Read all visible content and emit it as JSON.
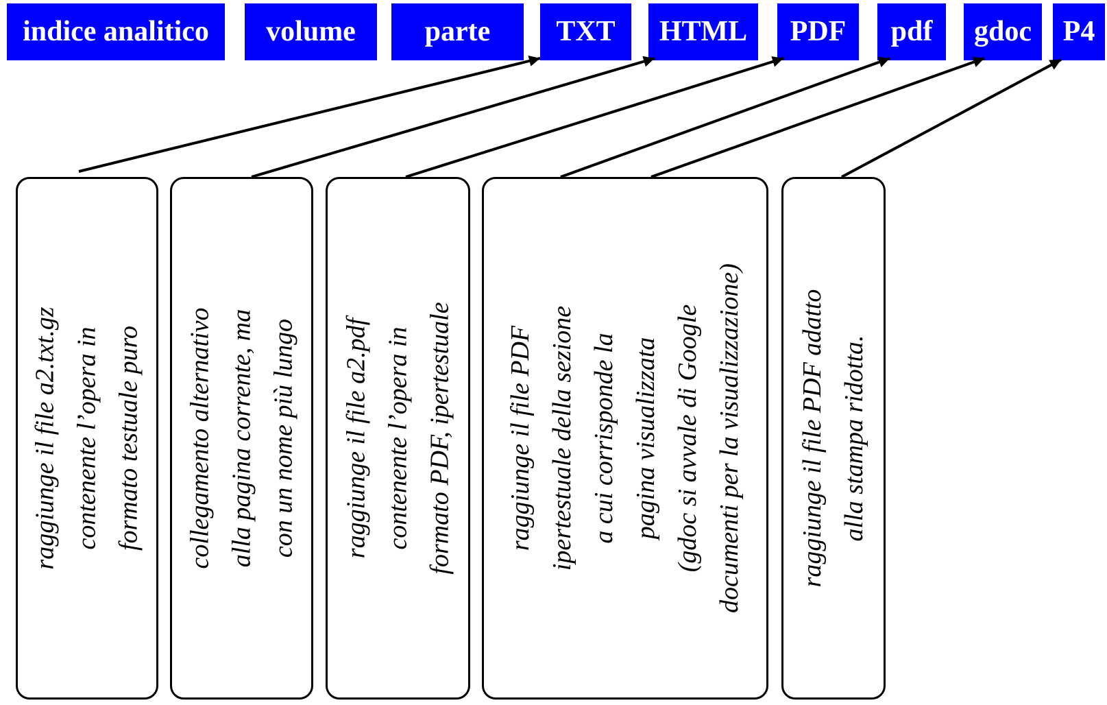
{
  "nav": [
    {
      "id": "indice",
      "label": "indice analitico"
    },
    {
      "id": "volume",
      "label": "volume"
    },
    {
      "id": "parte",
      "label": "parte"
    },
    {
      "id": "txt",
      "label": "TXT"
    },
    {
      "id": "html",
      "label": "HTML"
    },
    {
      "id": "pdf-upper",
      "label": "PDF"
    },
    {
      "id": "pdf-lower",
      "label": "pdf"
    },
    {
      "id": "gdoc",
      "label": "gdoc"
    },
    {
      "id": "p4",
      "label": "P4"
    }
  ],
  "boxes": [
    {
      "target": "TXT",
      "lines": [
        "raggiunge il file a2.txt.gz",
        "contenente l’opera in",
        "formato testuale puro"
      ]
    },
    {
      "target": "HTML",
      "lines": [
        "collegamento alternativo",
        "alla pagina corrente, ma",
        "con un nome più lungo"
      ]
    },
    {
      "target": "PDF",
      "lines": [
        "raggiunge il file a2.pdf",
        "contenente l’opera in",
        "formato PDF, ipertestuale"
      ]
    },
    {
      "target": "pdf, gdoc",
      "lines": [
        "raggiunge il file PDF",
        "ipertestuale della sezione",
        "a cui corrisponde la",
        "pagina visualizzata",
        "(gdoc si avvale di Google",
        "documenti per la visualizzazione)"
      ]
    },
    {
      "target": "P4",
      "lines": [
        "raggiunge il file PDF adatto",
        "alla stampa ridotta."
      ]
    }
  ],
  "colors": {
    "nav_bg": "#0000ff",
    "nav_text": "#ffffff",
    "stroke": "#000000"
  }
}
